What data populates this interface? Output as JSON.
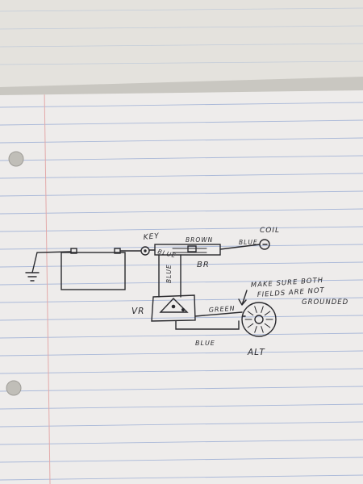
{
  "labels": {
    "key": "KEY",
    "brown": "BROWN",
    "br": "BR",
    "blue_top_right": "BLUE",
    "coil": "COIL",
    "blue_left": "BLUE",
    "blue_vertical": "BLUE",
    "vr": "VR",
    "green": "GREEN",
    "blue_bottom": "BLUE",
    "alt": "ALT",
    "note_line1": "MAKE SURE BOTH",
    "note_line2": "FIELDS ARE NOT",
    "note_line3": "GROUNDED"
  },
  "colors": {
    "paper": "#eeeceb",
    "rule_line": "#a9b8d8",
    "margin_line": "#e3a9a9",
    "ink": "#2a2a2e",
    "background": "#c9c7c1"
  }
}
